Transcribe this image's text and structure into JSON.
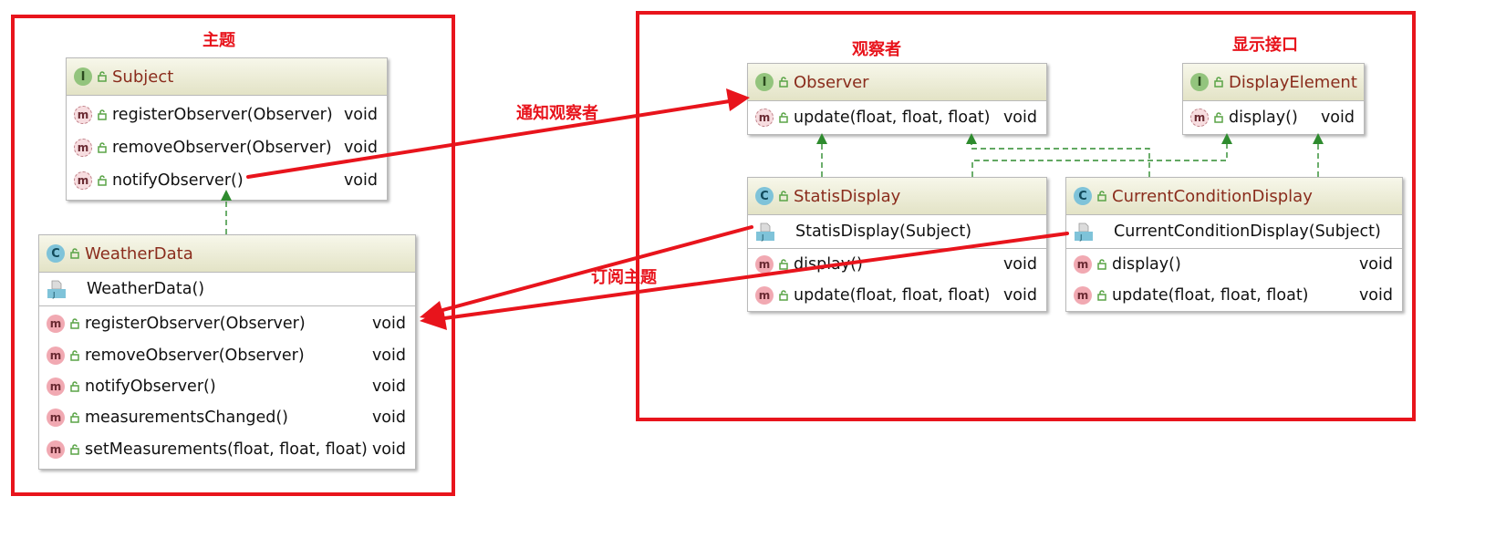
{
  "annotations": {
    "subject_area": "主题",
    "observer_area": "观察者",
    "display_area": "显示接口",
    "notify_arrow": "通知观察者",
    "subscribe_arrow": "订阅主题"
  },
  "colors": {
    "annotation_red": "#e8141c",
    "class_name": "#8a2c1c",
    "header_top": "#f7f7ea",
    "header_bottom": "#e3e3c6",
    "realization_green": "#2e8b2e",
    "method_icon": "#f1a9b2",
    "interface_icon": "#93c47d",
    "class_icon": "#7fc3d9"
  },
  "classes": {
    "subject": {
      "kind": "I",
      "name": "Subject",
      "methods": [
        {
          "name": "registerObserver(Observer)",
          "type": "void"
        },
        {
          "name": "removeObserver(Observer)",
          "type": "void"
        },
        {
          "name": "notifyObserver()",
          "type": "void"
        }
      ]
    },
    "weather_data": {
      "kind": "C",
      "name": "WeatherData",
      "constructor": "WeatherData()",
      "methods": [
        {
          "name": "registerObserver(Observer)",
          "type": "void"
        },
        {
          "name": "removeObserver(Observer)",
          "type": "void"
        },
        {
          "name": "notifyObserver()",
          "type": "void"
        },
        {
          "name": "measurementsChanged()",
          "type": "void"
        },
        {
          "name": "setMeasurements(float, float, float)",
          "type": "void"
        }
      ]
    },
    "observer": {
      "kind": "I",
      "name": "Observer",
      "methods": [
        {
          "name": "update(float, float, float)",
          "type": "void"
        }
      ]
    },
    "display_element": {
      "kind": "I",
      "name": "DisplayElement",
      "methods": [
        {
          "name": "display()",
          "type": "void"
        }
      ]
    },
    "statis_display": {
      "kind": "C",
      "name": "StatisDisplay",
      "constructor": "StatisDisplay(Subject)",
      "methods": [
        {
          "name": "display()",
          "type": "void"
        },
        {
          "name": "update(float, float, float)",
          "type": "void"
        }
      ]
    },
    "current_condition_display": {
      "kind": "C",
      "name": "CurrentConditionDisplay",
      "constructor": "CurrentConditionDisplay(Subject)",
      "methods": [
        {
          "name": "display()",
          "type": "void"
        },
        {
          "name": "update(float, float, float)",
          "type": "void"
        }
      ]
    }
  },
  "method_icon_glyph": "m",
  "constructor_icon_glyph": "J"
}
